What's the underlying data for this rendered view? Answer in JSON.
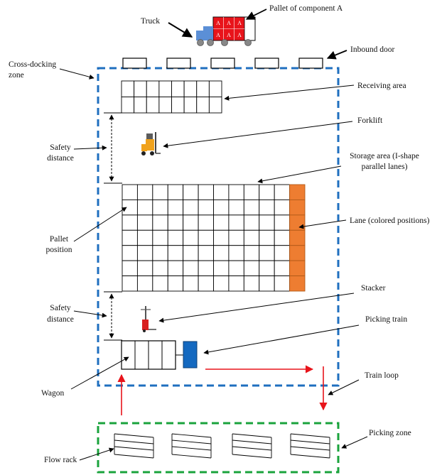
{
  "labels": {
    "truck": "Truck",
    "pallet_component_a": "Pallet of component A",
    "inbound_door": "Inbound door",
    "cross_docking_zone_line1": "Cross-docking",
    "cross_docking_zone_line2": "zone",
    "receiving_area": "Receiving area",
    "forklift": "Forklift",
    "safety_distance_1_line1": "Safety",
    "safety_distance_1_line2": "distance",
    "storage_area_line1": "Storage area (I-shape",
    "storage_area_line2": "parallel lanes)",
    "pallet_position_line1": "Pallet",
    "pallet_position_line2": "position",
    "lane": "Lane (colored positions)",
    "stacker": "Stacker",
    "safety_distance_2_line1": "Safety",
    "safety_distance_2_line2": "distance",
    "picking_train": "Picking train",
    "wagon": "Wagon",
    "train_loop": "Train loop",
    "picking_zone": "Picking zone",
    "flow_rack": "Flow rack"
  },
  "pallet_letter": "A",
  "colors": {
    "cross_dock_border": "#1f6fbf",
    "picking_zone_border": "#1aa33c",
    "pallet": "#e8141b",
    "truck_cab": "#5b8fd6",
    "lane": "#ee7d31",
    "train": "#1469c0",
    "train_loop_arrow": "#e8141b",
    "forklift_body": "#f0a21c",
    "stacker_body": "#d81f1f"
  }
}
